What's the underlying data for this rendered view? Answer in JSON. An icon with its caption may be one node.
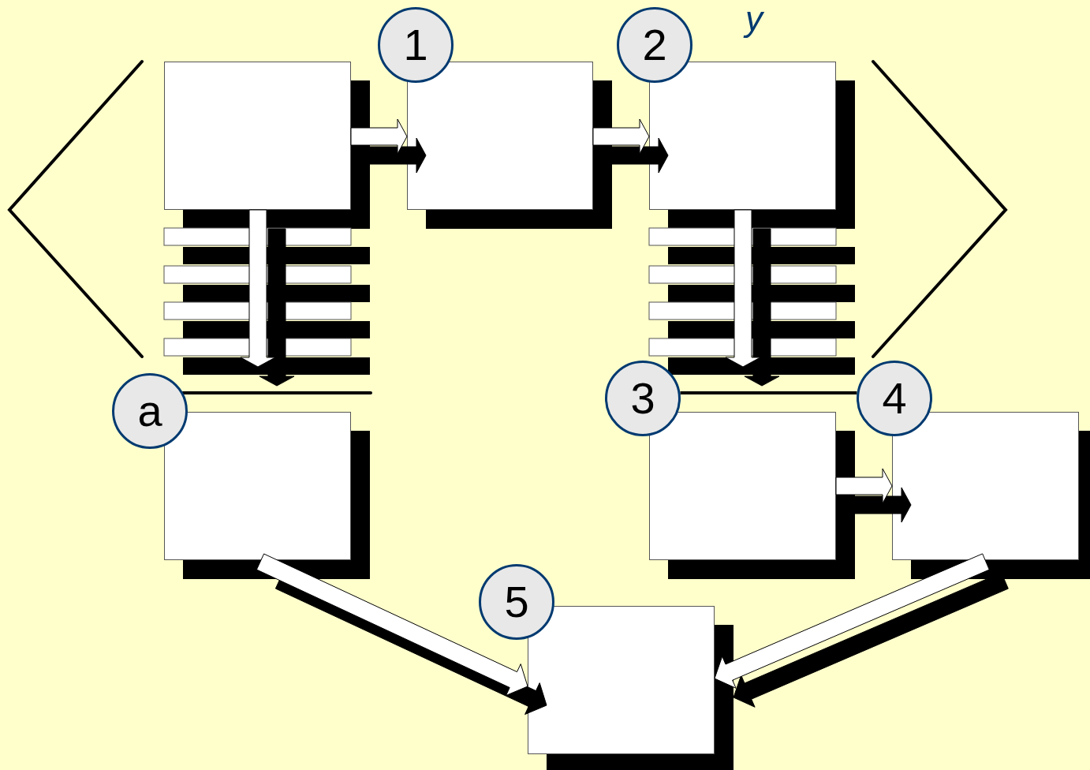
{
  "diagram": {
    "nodes": [
      {
        "text": [],
        "shape": "box"
      },
      {
        "text": [],
        "shape": "box"
      },
      {
        "text": [],
        "shape": "box"
      },
      {
        "text": [],
        "shape": "box"
      },
      {
        "text": [],
        "shape": "box"
      },
      {
        "text": [],
        "shape": "box"
      },
      {
        "text": [],
        "shape": "box"
      },
      {
        "text": [
          "1"
        ]
      },
      {
        "text": [
          "2"
        ]
      },
      {
        "text": [
          "a"
        ]
      },
      {
        "text": [
          "3"
        ]
      },
      {
        "text": [
          "4"
        ]
      },
      {
        "text": [
          "5"
        ]
      }
    ],
    "edges": [
      {
        "from": 0,
        "to": 1,
        "arrow": "to"
      },
      {
        "from": 1,
        "to": 2,
        "arrow": "to"
      },
      {
        "from": 0,
        "to": 3,
        "arrow": "to"
      },
      {
        "from": 2,
        "to": 4,
        "arrow": "to"
      },
      {
        "from": 4,
        "to": 5,
        "arrow": "to"
      },
      {
        "from": 3,
        "to": 6,
        "arrow": "to"
      },
      {
        "from": 5,
        "to": 6,
        "arrow": "to"
      },
      {
        "from": 10,
        "to": 11,
        "arrow": "none"
      }
    ],
    "labels": [
      "y"
    ]
  }
}
